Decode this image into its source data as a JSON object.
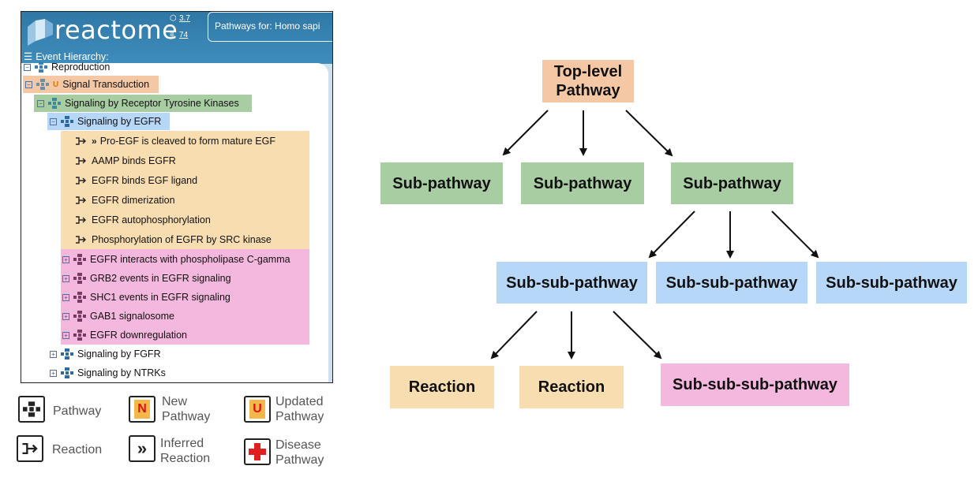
{
  "panel": {
    "logo": "reactome",
    "version_badge": "3.7",
    "count_badge": "74",
    "species_label": "Pathways for:  Homo sapi",
    "hierarchy_title": "Event Hierarchy:"
  },
  "tree": [
    {
      "label": "Reproduction"
    },
    {
      "label": "Signal Transduction",
      "badge": "U"
    },
    {
      "label": "Signaling by Receptor Tyrosine Kinases"
    },
    {
      "label": "Signaling by EGFR"
    },
    {
      "label": "Pro-EGF is cleaved to form mature EGF"
    },
    {
      "label": "AAMP binds EGFR"
    },
    {
      "label": "EGFR binds EGF ligand"
    },
    {
      "label": "EGFR dimerization"
    },
    {
      "label": "EGFR autophosphorylation"
    },
    {
      "label": "Phosphorylation of EGFR by SRC kinase"
    },
    {
      "label": "EGFR interacts with phospholipase C-gamma"
    },
    {
      "label": "GRB2 events in EGFR signaling"
    },
    {
      "label": "SHC1 events in EGFR signaling"
    },
    {
      "label": "GAB1 signalosome"
    },
    {
      "label": "EGFR downregulation"
    },
    {
      "label": "Signaling by FGFR"
    },
    {
      "label": "Signaling by NTRKs"
    }
  ],
  "legend": [
    {
      "icon": "pathway-icon",
      "line1": "Pathway",
      "line2": ""
    },
    {
      "icon": "new-pathway-icon",
      "line1": "New",
      "line2": "Pathway",
      "glyph": "N"
    },
    {
      "icon": "updated-pathway-icon",
      "line1": "Updated",
      "line2": "Pathway",
      "glyph": "U"
    },
    {
      "icon": "reaction-icon",
      "line1": "Reaction",
      "line2": ""
    },
    {
      "icon": "inferred-reaction-icon",
      "line1": "Inferred",
      "line2": "Reaction"
    },
    {
      "icon": "disease-pathway-icon",
      "line1": "Disease",
      "line2": "Pathway"
    }
  ],
  "diagram": {
    "top": {
      "line1": "Top-level",
      "line2": "Pathway"
    },
    "sub_pathway": [
      "Sub-pathway",
      "Sub-pathway",
      "Sub-pathway"
    ],
    "sub_sub_pathway": [
      "Sub-sub-pathway",
      "Sub-sub-pathway",
      "Sub-sub-pathway"
    ],
    "reaction": [
      "Reaction",
      "Reaction"
    ],
    "sub_sub_sub_pathway": "Sub-sub-sub-pathway"
  },
  "colors": {
    "top_level": "#f5c8a5",
    "sub_pathway": "#a9cda3",
    "sub_sub_pathway": "#b6d7f8",
    "reaction": "#f8ddb1",
    "sub_sub_sub_pathway": "#f4b7de"
  }
}
